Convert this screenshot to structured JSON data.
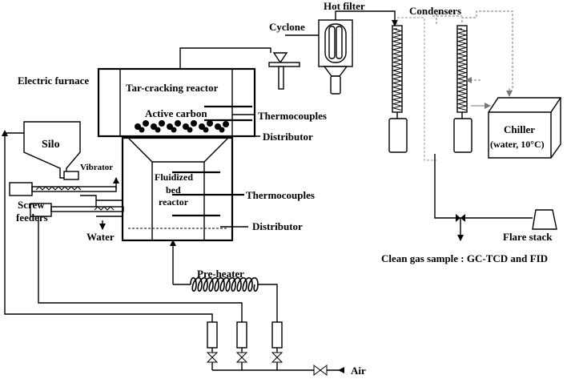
{
  "labels": {
    "hot_filter": "Hot filter",
    "condensers": "Condensers",
    "cyclone": "Cyclone",
    "electric_furnace": "Electric furnace",
    "tar_cracking_reactor": "Tar-cracking reactor",
    "active_carbon": "Active carbon",
    "thermocouples_top": "Thermocouples",
    "distributor_top": "Distributor",
    "chiller_line1": "Chiller",
    "chiller_line2": "(water, 10°C)",
    "silo": "Silo",
    "vibrator": "Vibrator",
    "fluidized_line1": "Fluidized",
    "fluidized_line2": "bed",
    "fluidized_line3": "reactor",
    "thermocouples_bottom": "Thermocouples",
    "screw_feeders_line1": "Screw",
    "screw_feeders_line2": "feeders",
    "water": "Water",
    "distributor_bottom": "Distributor",
    "flare_stack": "Flare stack",
    "clean_gas": "Clean gas sample : GC-TCD and FID",
    "pre_heater": "Pre-heater",
    "air": "Air"
  }
}
